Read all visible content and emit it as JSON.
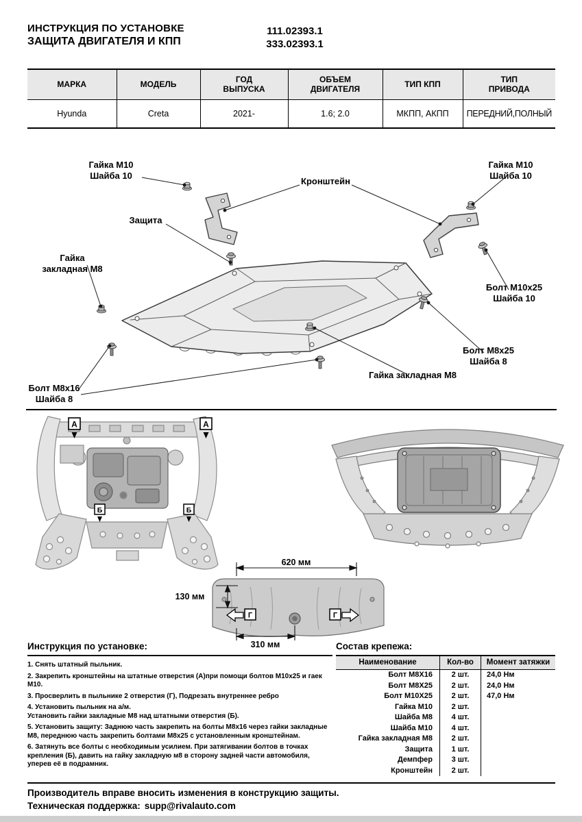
{
  "header": {
    "title_line1": "ИНСТРУКЦИЯ ПО УСТАНОВКЕ",
    "title_line2": "ЗАЩИТА ДВИГАТЕЛЯ И КПП",
    "part_number_1": "111.02393.1",
    "part_number_2": "333.02393.1"
  },
  "spec_table": {
    "headers": [
      "МАРКА",
      "МОДЕЛЬ",
      "ГОД\nВЫПУСКА",
      "ОБЪЕМ\nДВИГАТЕЛЯ",
      "ТИП КПП",
      "ТИП\nПРИВОДА"
    ],
    "row": [
      "Hyunda",
      "Creta",
      "2021-",
      "1.6; 2.0",
      "МКПП, АКПП",
      "ПЕРЕДНИЙ,ПОЛНЫЙ"
    ]
  },
  "callouts": {
    "nut_m10_left": "Гайка М10\nШайба 10",
    "bracket": "Кронштейн",
    "nut_m10_right": "Гайка М10\nШайба 10",
    "shield": "Защита",
    "clip_nut_left": "Гайка\nзакладная М8",
    "bolt_m10x25": "Болт М10х25\nШайба 10",
    "bolt_m8x25": "Болт М8х25\nШайба 8",
    "clip_nut_center": "Гайка закладная М8",
    "bolt_m8x16": "Болт М8х16\nШайба 8"
  },
  "markers": {
    "a": "А",
    "b": "Б",
    "g": "Г"
  },
  "dimensions": {
    "top_width": "620 мм",
    "left_height": "130 мм",
    "bottom_width": "310 мм"
  },
  "instructions": {
    "title": "Инструкция по установке:",
    "steps": [
      "1. Снять штатный пыльник.",
      "2. Закрепить кронштейны на штатные отверстия (А)при помощи болтов М10х25 и гаек М10.",
      "3. Просверлить в пыльнике 2 отверстия (Г), Подрезать внутреннее ребро",
      "4. Установить пыльник на а/м.\nУстановить гайки закладные М8 над штатными отверстия (Б).",
      "5. Установить защиту: Заднюю часть закрепить на болты М8х16 через гайки закладные М8, переднюю часть закрепить болтами М8х25 с установленным кронштейнам.",
      "6. Затянуть все болты с необходимым усилием. При затягивании болтов в точках крепления (Б), давить на гайку закладную м8 в сторону задней части автомобиля, уперев её в подрамник."
    ]
  },
  "fasteners": {
    "title": "Состав крепежа:",
    "headers": [
      "Наименование",
      "Кол-во",
      "Момент затяжки"
    ],
    "rows": [
      {
        "name": "Болт М8Х16",
        "qty": "2 шт.",
        "torque": "24,0 Нм"
      },
      {
        "name": "Болт М8Х25",
        "qty": "2 шт.",
        "torque": "24,0 Нм"
      },
      {
        "name": "Болт М10Х25",
        "qty": "2 шт.",
        "torque": "47,0 Нм"
      },
      {
        "name": "Гайка М10",
        "qty": "2 шт.",
        "torque": ""
      },
      {
        "name": "Шайба М8",
        "qty": "4 шт.",
        "torque": ""
      },
      {
        "name": "Шайба М10",
        "qty": "4 шт.",
        "torque": ""
      },
      {
        "name": "Гайка закладная М8",
        "qty": "2 шт.",
        "torque": ""
      },
      {
        "name": "Защита",
        "qty": "1 шт.",
        "torque": ""
      },
      {
        "name": "Демпфер",
        "qty": "3 шт.",
        "torque": ""
      },
      {
        "name": "Кронштейн",
        "qty": "2 шт.",
        "torque": ""
      }
    ]
  },
  "footer": {
    "line1": "Производитель вправе вносить изменения в конструкцию защиты.",
    "support_label": "Техническая поддержка:",
    "support_email": "supp@rivalauto.com"
  }
}
